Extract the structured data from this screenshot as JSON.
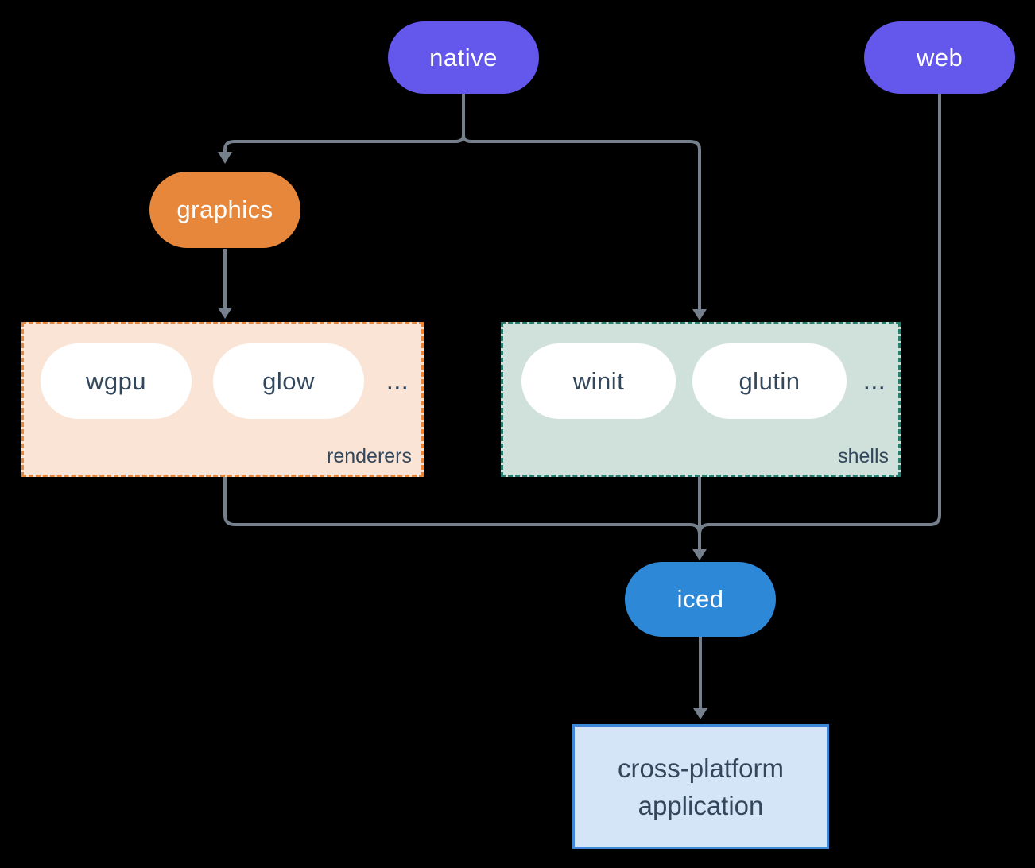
{
  "nodes": {
    "native": {
      "label": "native",
      "color": "#6357ec",
      "text_color": "#ffffff"
    },
    "web": {
      "label": "web",
      "color": "#6357ec",
      "text_color": "#ffffff"
    },
    "graphics": {
      "label": "graphics",
      "color": "#e6873c",
      "text_color": "#ffffff"
    },
    "iced": {
      "label": "iced",
      "color": "#2e88d8",
      "text_color": "#ffffff"
    },
    "wgpu": {
      "label": "wgpu"
    },
    "glow": {
      "label": "glow"
    },
    "winit": {
      "label": "winit"
    },
    "glutin": {
      "label": "glutin"
    },
    "application": {
      "label_line1": "cross-platform",
      "label_line2": "application",
      "bg": "#d4e5f7",
      "border": "#3e86d8"
    }
  },
  "groups": {
    "renderers": {
      "label": "renderers",
      "ellipsis": "...",
      "bg": "#fae4d6",
      "border": "#e6873c"
    },
    "shells": {
      "label": "shells",
      "ellipsis": "...",
      "bg": "#d0e1dc",
      "border": "#2a7d6e"
    }
  },
  "colors": {
    "background": "#000000",
    "connector": "#75808c",
    "dark_text": "#33475c",
    "inner_pill": "#ffffff"
  }
}
